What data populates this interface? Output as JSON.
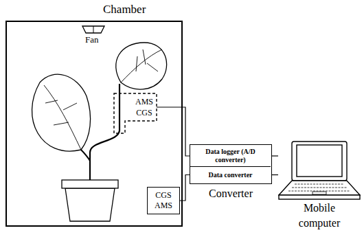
{
  "diagram": {
    "nodes": [
      {
        "text": [
          "Chamber"
        ]
      },
      {
        "text": [
          "AMS CGS"
        ],
        "in": 0
      },
      {
        "text": [
          "CGS AMS"
        ],
        "in": 0
      },
      {
        "text": [
          "Converter"
        ]
      },
      {
        "text": [
          "Data logger (A/D converter)"
        ],
        "in": 3
      },
      {
        "text": [
          "Data converter"
        ],
        "in": 3
      },
      {
        "text": [
          "Mobile computer"
        ]
      }
    ],
    "edges": [
      {
        "from": 1,
        "to": 4,
        "arrow": "none"
      },
      {
        "from": 2,
        "to": 5,
        "arrow": "none"
      },
      {
        "from": 4,
        "to": 6,
        "arrow": "none"
      },
      {
        "from": 5,
        "to": 6,
        "arrow": "none"
      }
    ],
    "labels": [
      "Fan"
    ]
  }
}
